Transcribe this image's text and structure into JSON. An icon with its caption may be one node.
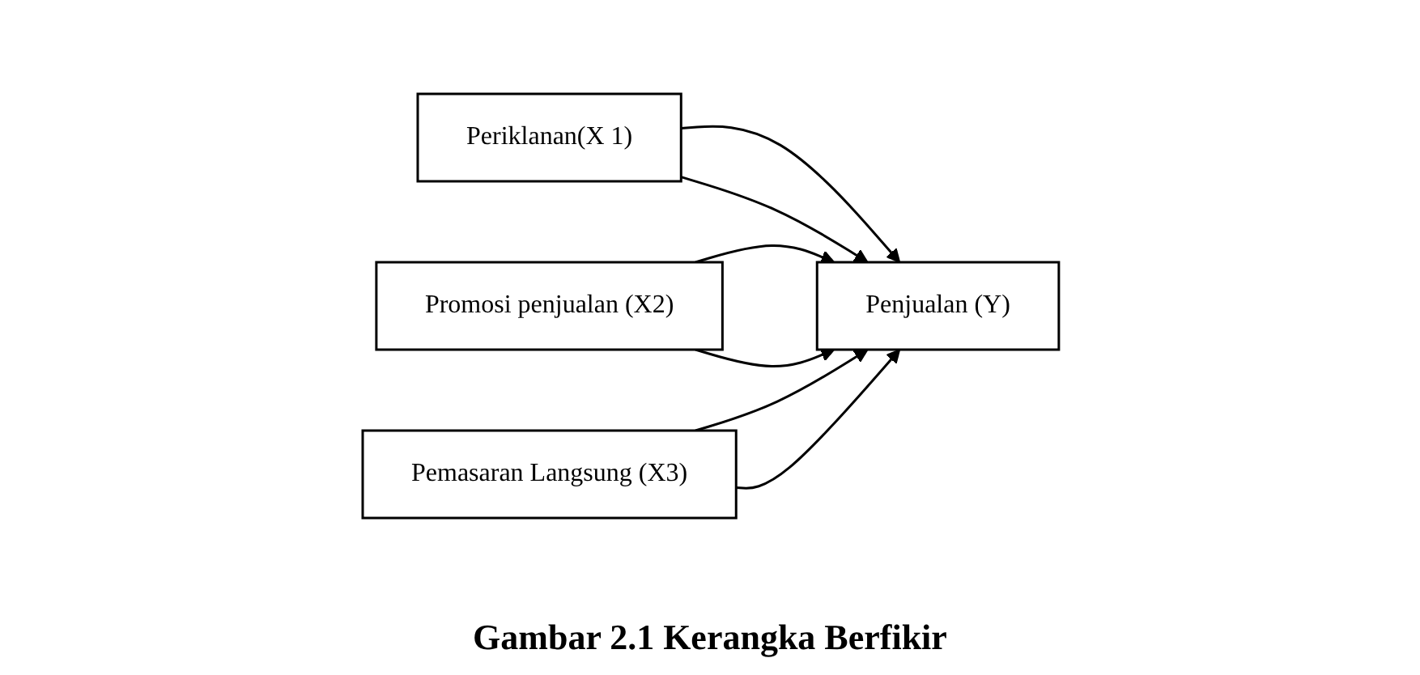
{
  "diagram": {
    "caption": "Gambar 2.1 Kerangka Berfikir",
    "nodes": [
      {
        "text": [
          "Periklanan(X 1)"
        ]
      },
      {
        "text": [
          "Promosi penjualan (X2)"
        ]
      },
      {
        "text": [
          "Pemasaran Langsung (X3)"
        ]
      },
      {
        "text": [
          "Penjualan (Y)"
        ]
      }
    ],
    "edges": [
      {
        "from": 0,
        "to": 3,
        "arrow": "to"
      },
      {
        "from": 1,
        "to": 3,
        "arrow": "to"
      },
      {
        "from": 2,
        "to": 3,
        "arrow": "to"
      },
      {
        "from": 0,
        "to": 3,
        "arrow": "to"
      },
      {
        "from": 1,
        "to": 3,
        "arrow": "to"
      },
      {
        "from": 2,
        "to": 3,
        "arrow": "to"
      }
    ]
  }
}
